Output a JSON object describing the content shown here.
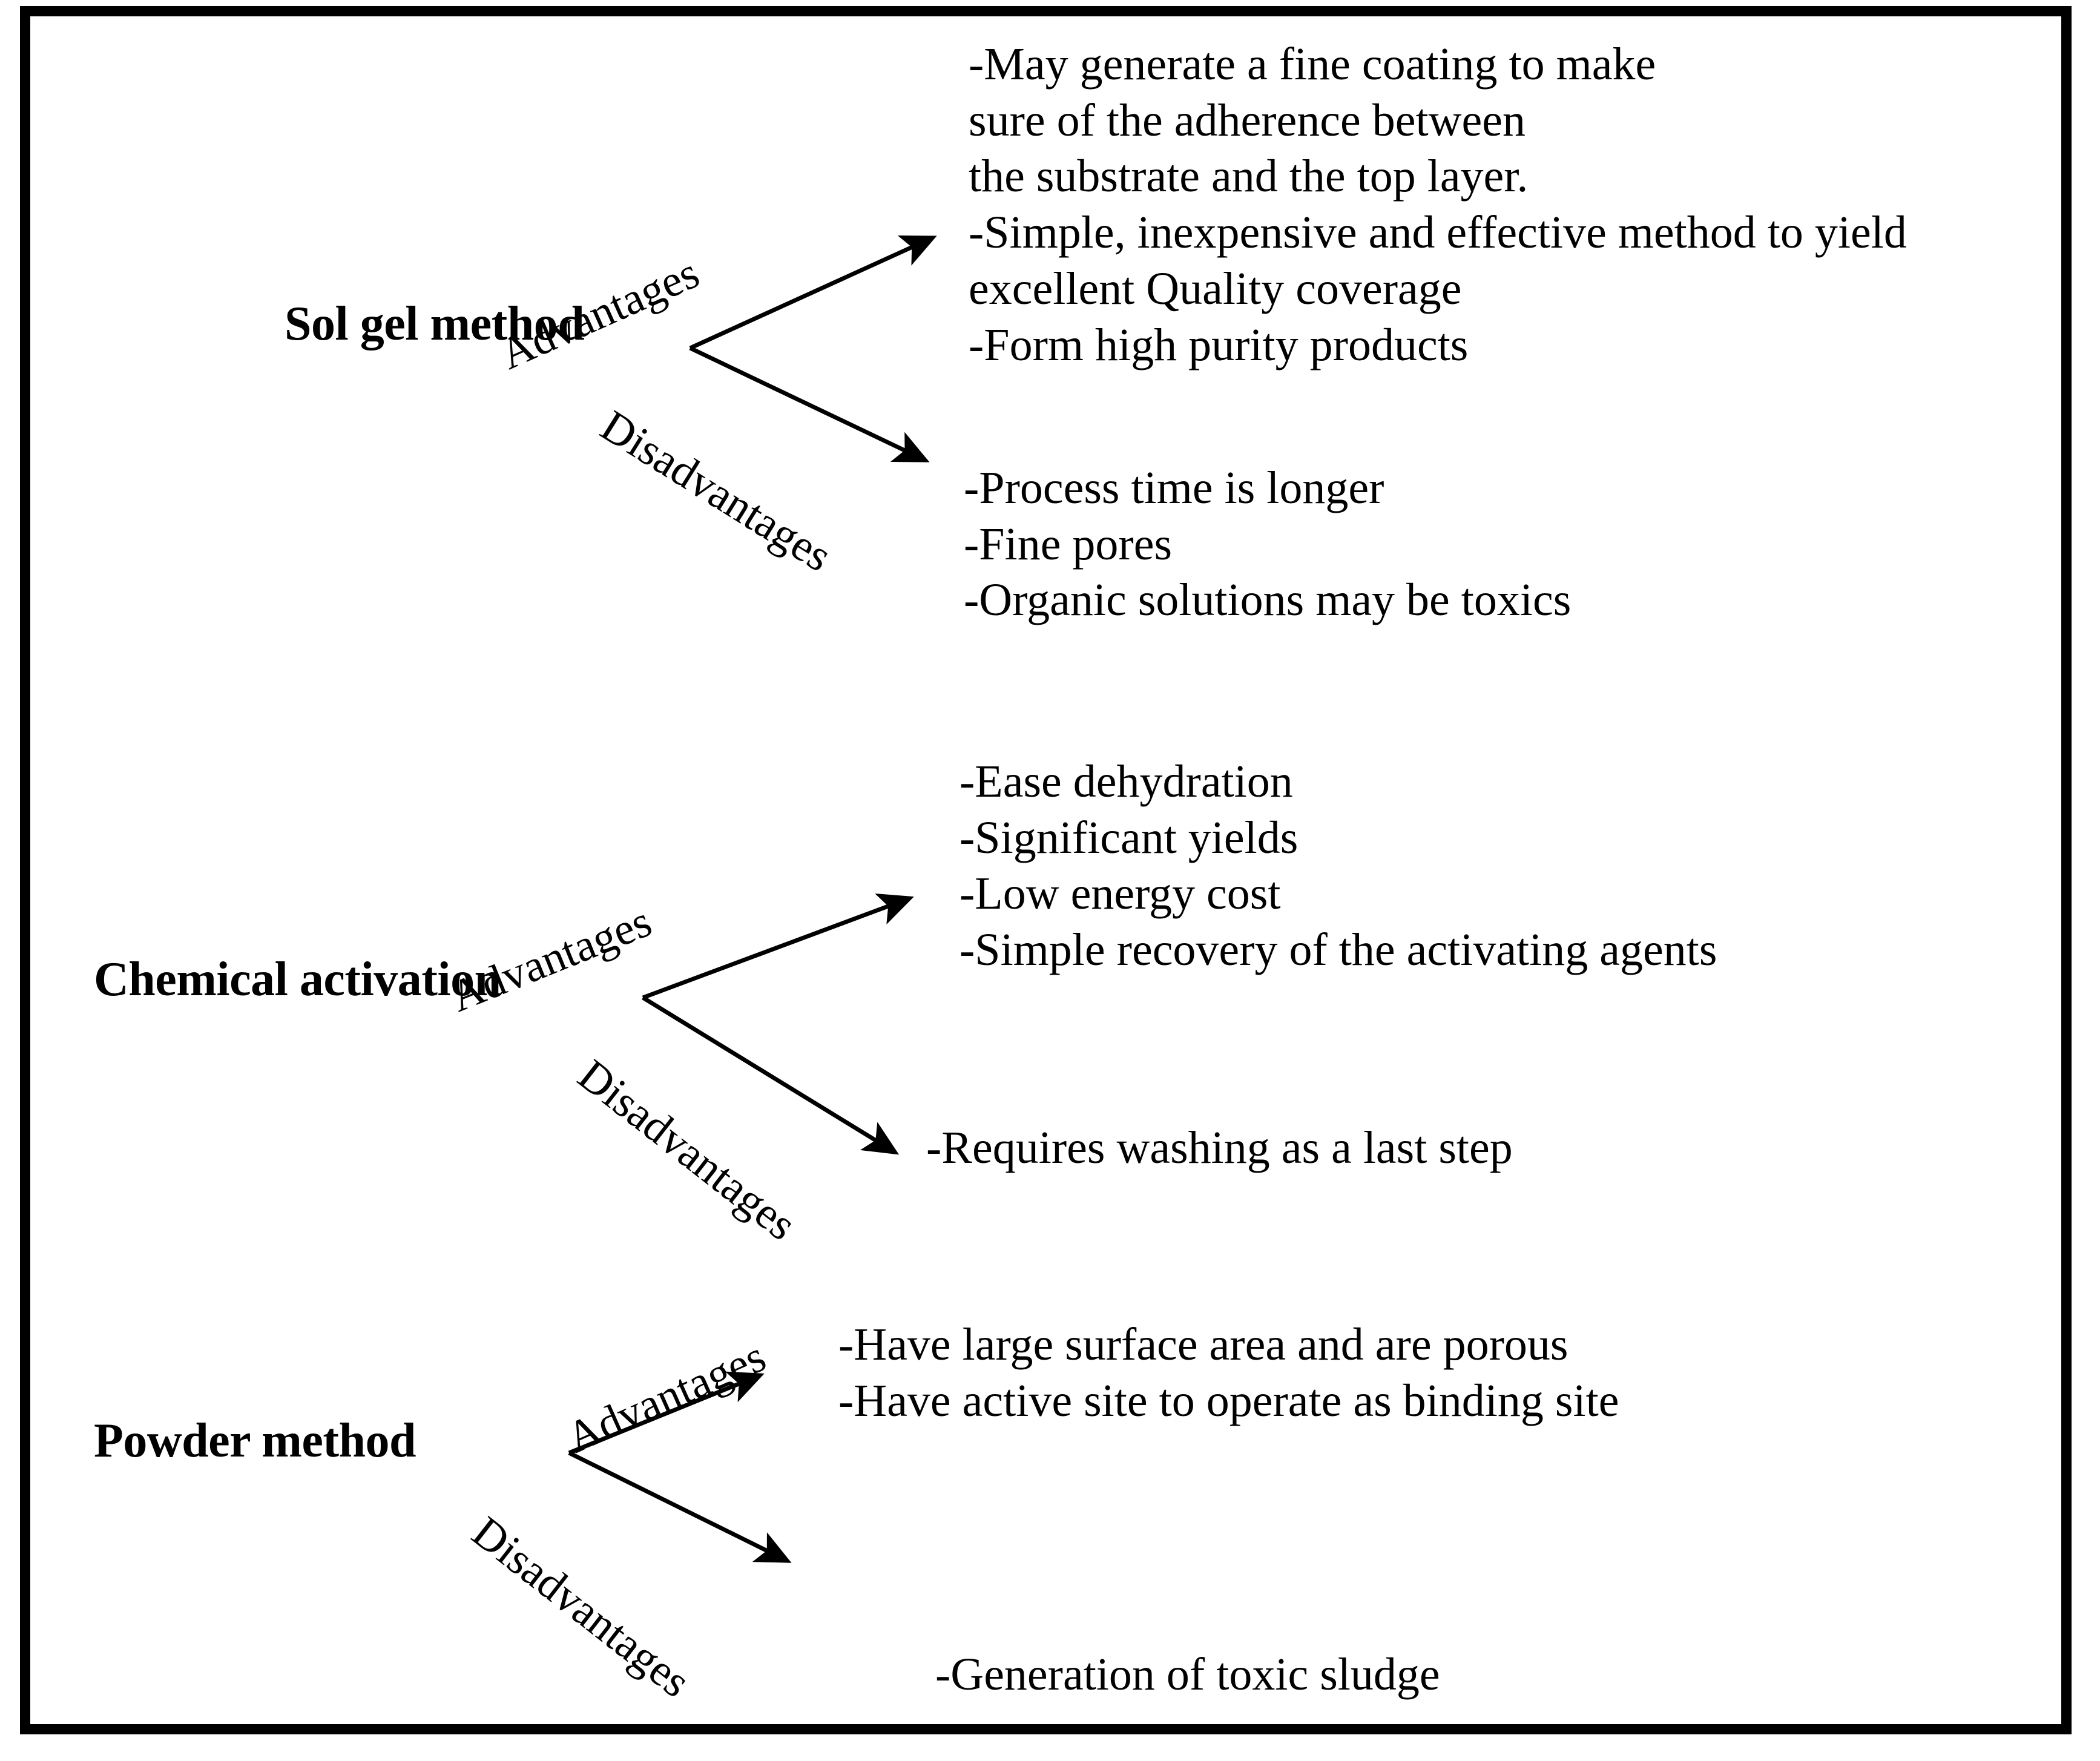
{
  "diagram": {
    "title_bar": null,
    "branch_labels": {
      "advantages": "Advantages",
      "disadvantages": "Disadvantages"
    },
    "methods": [
      {
        "id": "sol-gel-method",
        "name": "Sol gel method",
        "advantages": [
          "-May  generate  a fine coating to make",
          " sure of the adherence  between",
          " the substrate and the top layer.",
          "-Simple,  inexpensive  and effective method to yield",
          " excellent  Quality coverage",
          "-Form high purity products"
        ],
        "disadvantages": [
          "-Process time is longer",
          "-Fine pores",
          "-Organic  solutions  may  be toxics"
        ]
      },
      {
        "id": "chemical-activation",
        "name": "Chemical activation",
        "advantages": [
          "-Ease dehydration",
          "-Significant  yields",
          "-Low energy  cost",
          "-Simple  recovery  of the activating  agents"
        ],
        "disadvantages": [
          "-Requires  washing  as a last step"
        ]
      },
      {
        "id": "powder-method",
        "name": "Powder method",
        "advantages": [
          "-Have large surface area and  are porous",
          "-Have active site to operate as binding site"
        ],
        "disadvantages": [
          "-Generation  of toxic sludge"
        ]
      }
    ],
    "colors": {
      "ink": "#000000",
      "paper": "#ffffff",
      "frame": "#000000"
    }
  }
}
